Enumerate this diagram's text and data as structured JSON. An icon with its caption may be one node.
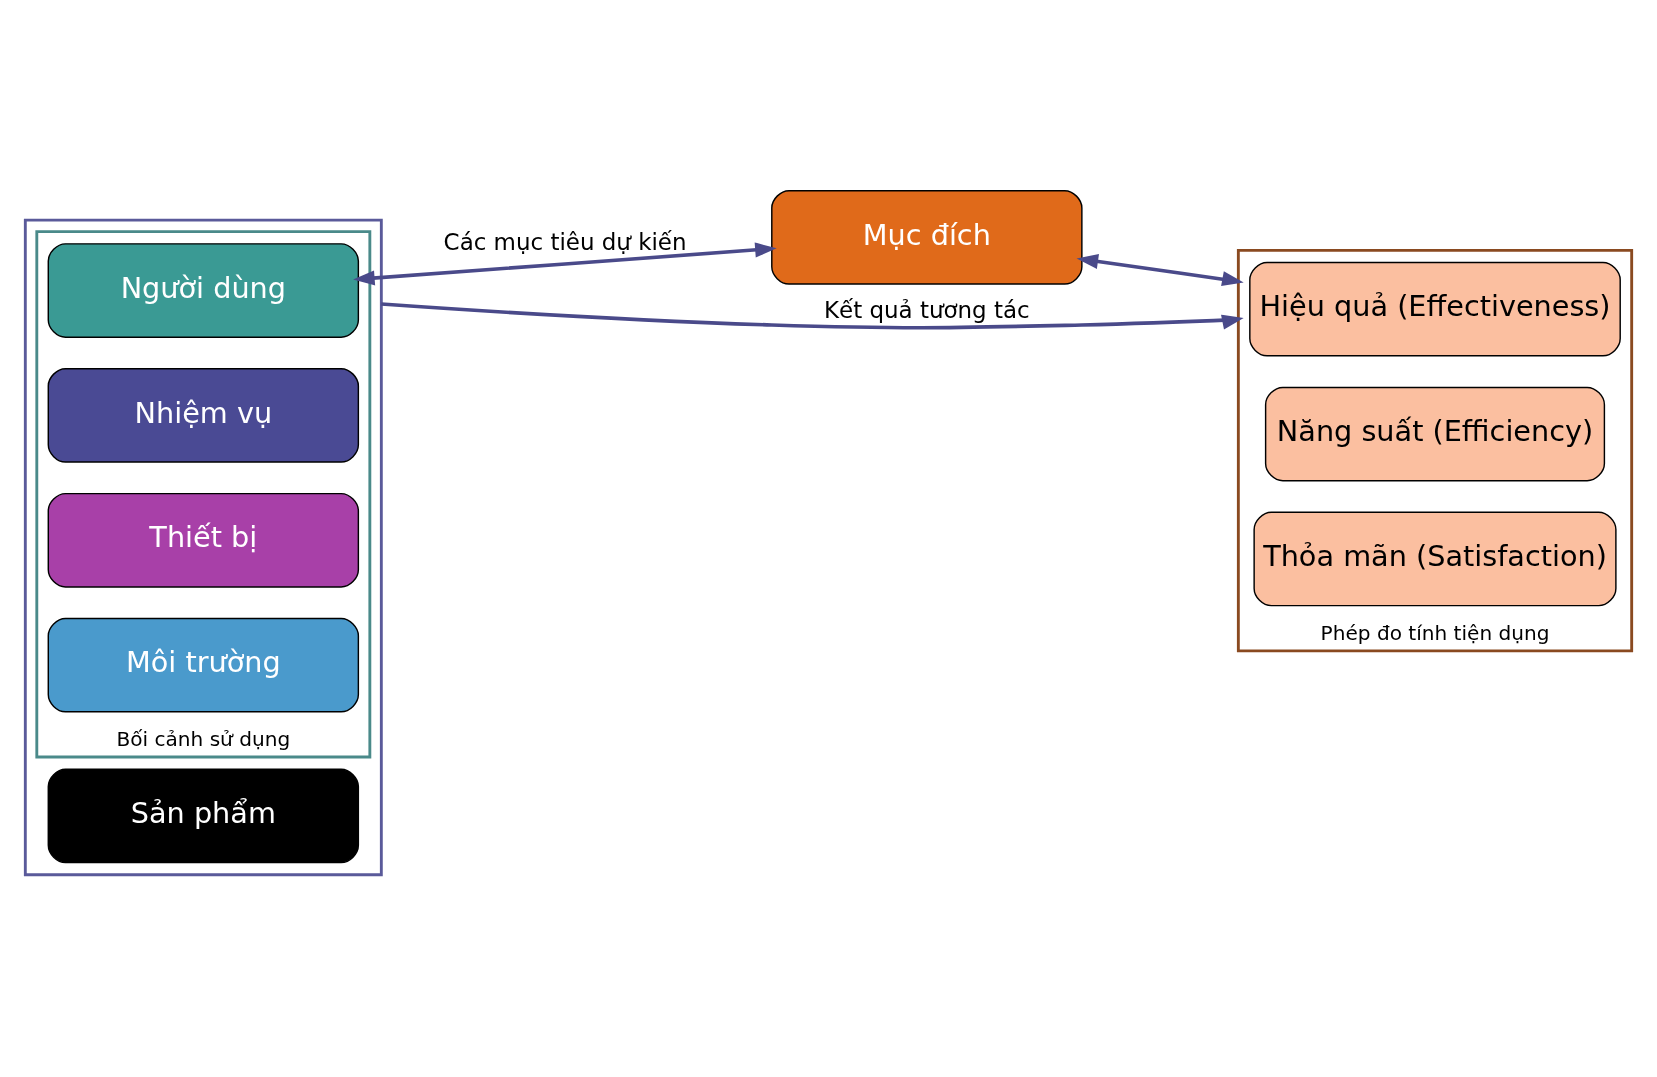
{
  "diagram": {
    "nodes": [
      {
        "text": [],
        "shape": "box"
      },
      {
        "text": [
          "Bối cảnh sử dụng"
        ],
        "in": 0
      },
      {
        "text": [
          "Người dùng"
        ],
        "in": 1
      },
      {
        "text": [
          "Nhiệm vụ"
        ],
        "in": 1
      },
      {
        "text": [
          "Thiết bị"
        ],
        "in": 1
      },
      {
        "text": [
          "Môi trường"
        ],
        "in": 1
      },
      {
        "text": [
          "Sản phẩm"
        ],
        "in": 0
      },
      {
        "text": [
          "Mục đích"
        ]
      },
      {
        "text": [
          "Phép đo tính tiện dụng"
        ]
      },
      {
        "text": [
          "Hiệu quả (Effectiveness)"
        ],
        "in": 8
      },
      {
        "text": [
          "Năng suất (Efficiency)"
        ],
        "in": 8
      },
      {
        "text": [
          "Thỏa mãn (Satisfaction)"
        ],
        "in": 8
      }
    ],
    "edges": [
      {
        "from": 2,
        "to": 7,
        "arrow": "both",
        "label": "Các mục tiêu dự kiến"
      },
      {
        "from": 7,
        "to": 8,
        "arrow": "both"
      },
      {
        "from": 0,
        "to": 8,
        "arrow": "to",
        "label": "Kết quả tương tác"
      }
    ]
  }
}
